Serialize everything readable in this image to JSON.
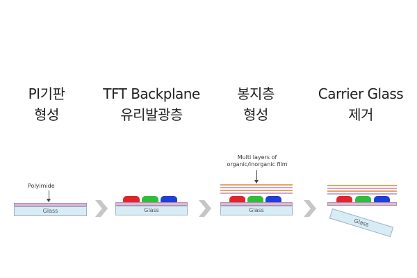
{
  "steps": [
    {
      "title_line1": "PI기판",
      "title_line2": "형성",
      "glass_label": "Glass",
      "annotation": "Polyimide"
    },
    {
      "title_line1": "TFT Backplane",
      "title_line2": "유리발광층",
      "glass_label": "Glass"
    },
    {
      "title_line1": "봉지층",
      "title_line2": "형성",
      "glass_label": "Glass",
      "annotation_line1": "Multi layers of",
      "annotation_line2": "organic/inorganic film"
    },
    {
      "title_line1": "Carrier Glass",
      "title_line2": "제거",
      "glass_label": "Glass"
    }
  ],
  "colors": {
    "glass": "#d8ecf6",
    "polyimide": "#d8b9d6",
    "pixel_red": "#e0262b",
    "pixel_green": "#2fbe3a",
    "pixel_blue": "#1f3fd6",
    "film_orange": "#f0a15a",
    "film_purple": "#c9a9d4",
    "arrow": "#c6c6c6"
  },
  "icons": [
    "chevron-right-icon",
    "arrow-down-icon"
  ]
}
